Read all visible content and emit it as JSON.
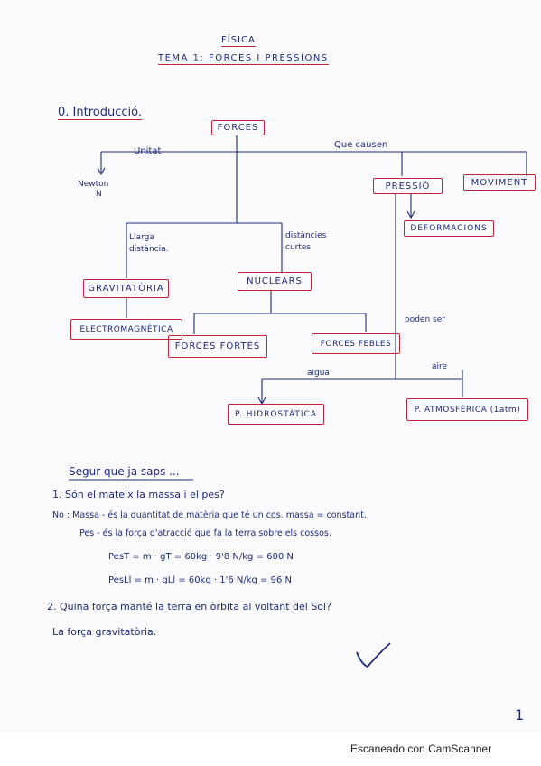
{
  "header": {
    "subject": "FÍSICA",
    "topic": "TEMA 1: FORCES I PRESSIONS"
  },
  "section": {
    "title": "0. Introducció."
  },
  "diagram": {
    "nodes": {
      "forces": "FORCES",
      "pressio": "PRESSIÓ",
      "moviment": "MOVIMENT",
      "deformacions": "DEFORMACIONS",
      "gravitatoria": "GRAVITATÒRIA",
      "nuclears": "NUCLEARS",
      "electromagnetica": "ELECTROMAGNÈTICA",
      "forces_fortes": "FORCES FORTES",
      "forces_febles": "FORCES FEBLES",
      "hidrostatica": "P. HIDROSTÀTICA",
      "atmosferica": "P. ATMOSFÈRICA (1atm)"
    },
    "labels": {
      "unitat": "Unitat",
      "newton": "Newton",
      "newton_symbol": "N",
      "que_causen": "Que causen",
      "llarga_distancia": "Llarga distància.",
      "distancies_curtes": "distàncies curtes",
      "poden_ser": "poden ser",
      "aigua": "aigua",
      "aire": "aire"
    }
  },
  "review": {
    "title": "Segur que ja saps ...",
    "q1": "1. Són el mateix la massa i el pes?",
    "a1_intro": "No : Massa - és la quantitat de matèria que té un cos. massa = constant.",
    "a1_pes": "Pes - és la força d'atracció que fa la terra sobre els cossos.",
    "eq1": "PesT = m · gT = 60kg · 9'8 N/kg = 600 N",
    "eq2": "PesLl = m · gLl = 60kg · 1'6 N/kg = 96 N",
    "q2": "2. Quina força manté la terra en òrbita al voltant del Sol?",
    "a2": "La força gravitatòria."
  },
  "page_number": "1",
  "footer": "Escaneado con CamScanner"
}
